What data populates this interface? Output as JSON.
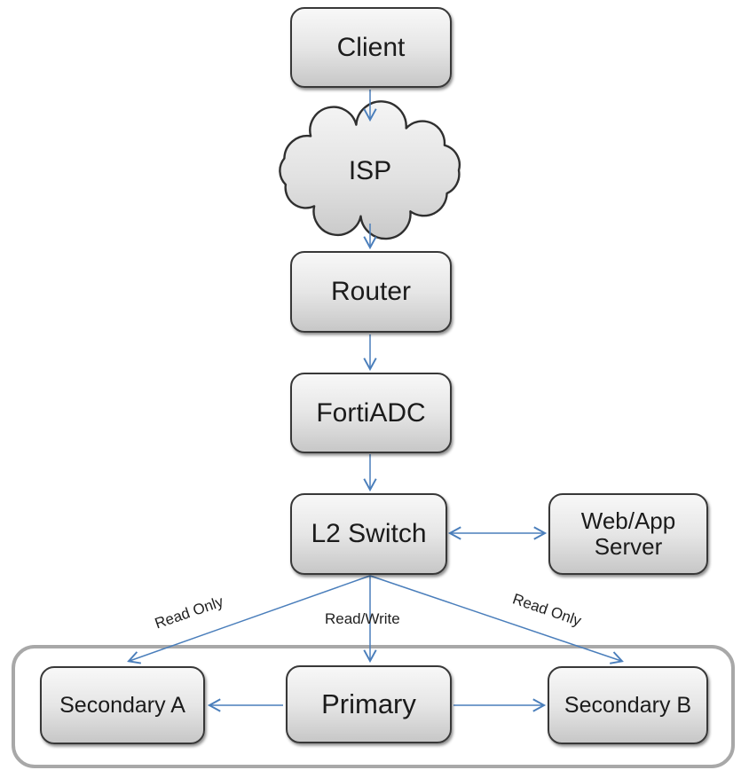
{
  "nodes": {
    "client": "Client",
    "isp": "ISP",
    "router": "Router",
    "fortiadc": "FortiADC",
    "l2_switch": "L2 Switch",
    "web_app_server": "Web/App Server",
    "secondary_a": "Secondary A",
    "primary": "Primary",
    "secondary_b": "Secondary B"
  },
  "edge_labels": {
    "l2_to_secondary_a": "Read Only",
    "l2_to_primary": "Read/Write",
    "l2_to_secondary_b": "Read Only"
  },
  "colors": {
    "arrow_blue": "#4a7ebb",
    "node_border": "#383838",
    "node_fill_top": "#f8f8f8",
    "node_fill_bottom": "#c7c7c7",
    "group_border": "#a8a8a8",
    "text": "#1b1b1b"
  }
}
